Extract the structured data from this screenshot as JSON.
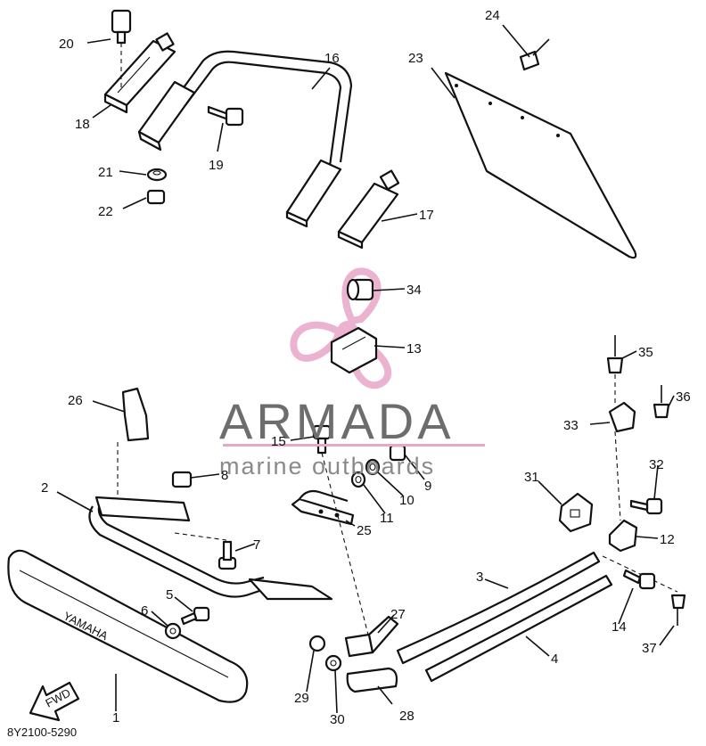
{
  "diagram": {
    "code": "8Y2100-5290",
    "bumper_text": "YAMAHA",
    "fwd_text": "FWD",
    "watermark": {
      "brand": "ARMADA",
      "tagline": "marine outboards",
      "logo_color": "#e8a6c8"
    }
  },
  "parts": [
    {
      "num": "1"
    },
    {
      "num": "2"
    },
    {
      "num": "3"
    },
    {
      "num": "4"
    },
    {
      "num": "5"
    },
    {
      "num": "6"
    },
    {
      "num": "7"
    },
    {
      "num": "8"
    },
    {
      "num": "9"
    },
    {
      "num": "10"
    },
    {
      "num": "11"
    },
    {
      "num": "12"
    },
    {
      "num": "13"
    },
    {
      "num": "14"
    },
    {
      "num": "15"
    },
    {
      "num": "16"
    },
    {
      "num": "17"
    },
    {
      "num": "18"
    },
    {
      "num": "19"
    },
    {
      "num": "20"
    },
    {
      "num": "21"
    },
    {
      "num": "22"
    },
    {
      "num": "23"
    },
    {
      "num": "24"
    },
    {
      "num": "25"
    },
    {
      "num": "26"
    },
    {
      "num": "27"
    },
    {
      "num": "28"
    },
    {
      "num": "29"
    },
    {
      "num": "30"
    },
    {
      "num": "31"
    },
    {
      "num": "32"
    },
    {
      "num": "33"
    },
    {
      "num": "34"
    },
    {
      "num": "35"
    },
    {
      "num": "36"
    },
    {
      "num": "37"
    }
  ]
}
